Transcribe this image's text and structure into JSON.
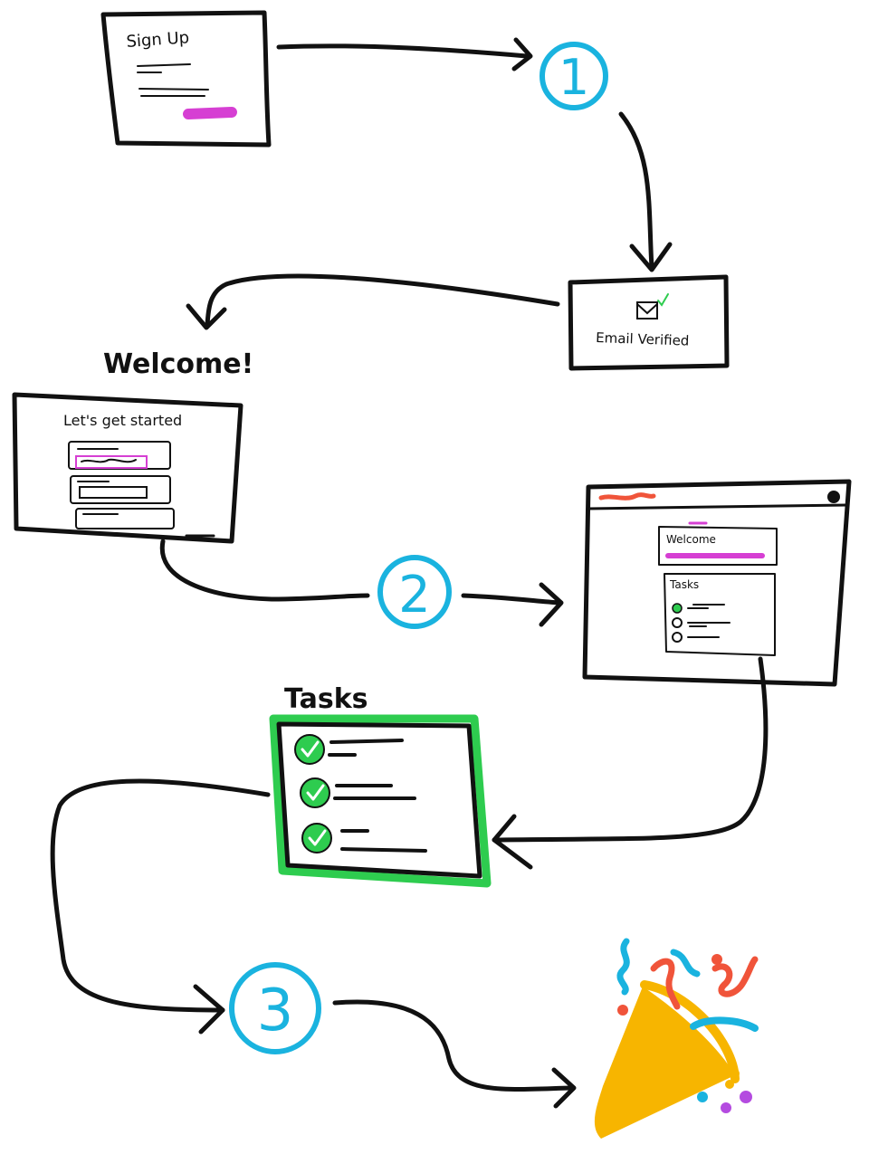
{
  "signup": {
    "title": "Sign Up"
  },
  "steps": [
    {
      "number": "1"
    },
    {
      "number": "2"
    },
    {
      "number": "3"
    }
  ],
  "email": {
    "label": "Email Verified"
  },
  "welcome_heading": "Welcome!",
  "onboarding": {
    "title": "Let's get started"
  },
  "dashboard": {
    "welcome_label": "Welcome",
    "tasks_label": "Tasks"
  },
  "tasks_heading": "Tasks",
  "colors": {
    "ink": "#111111",
    "step_circle": "#1ab3df",
    "accent_magenta": "#d63fd3",
    "check_green": "#2ecc4f",
    "popper_yellow": "#f7b500",
    "confetti_red": "#f0543a",
    "confetti_blue": "#1ab3df",
    "confetti_purple": "#b44be0",
    "browser_red": "#f0543a"
  },
  "icons": {
    "email": "envelope-check-icon",
    "celebrate": "party-popper-icon",
    "check": "check-circle-icon"
  }
}
